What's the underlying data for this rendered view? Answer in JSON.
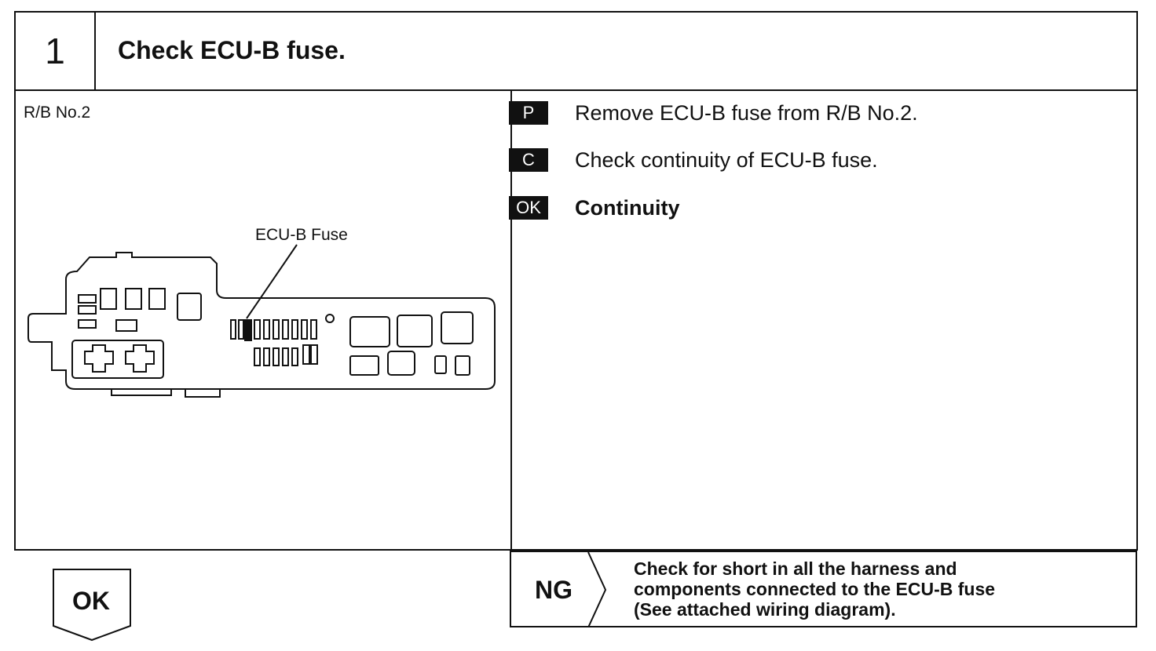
{
  "step": {
    "number": "1",
    "title": "Check ECU-B fuse."
  },
  "diagram": {
    "box_label": "R/B No.2",
    "callout": "ECU-B Fuse"
  },
  "procedure": [
    {
      "tag": "P",
      "text": "Remove ECU-B fuse from R/B No.2."
    },
    {
      "tag": "C",
      "text": "Check continuity of ECU-B fuse."
    },
    {
      "tag": "OK",
      "text": "Continuity"
    }
  ],
  "ok_result": {
    "label": "OK"
  },
  "ng_result": {
    "label": "NG",
    "lines": [
      "Check for short in all the harness and",
      "components connected to the ECU-B fuse",
      "(See attached wiring diagram)."
    ]
  }
}
